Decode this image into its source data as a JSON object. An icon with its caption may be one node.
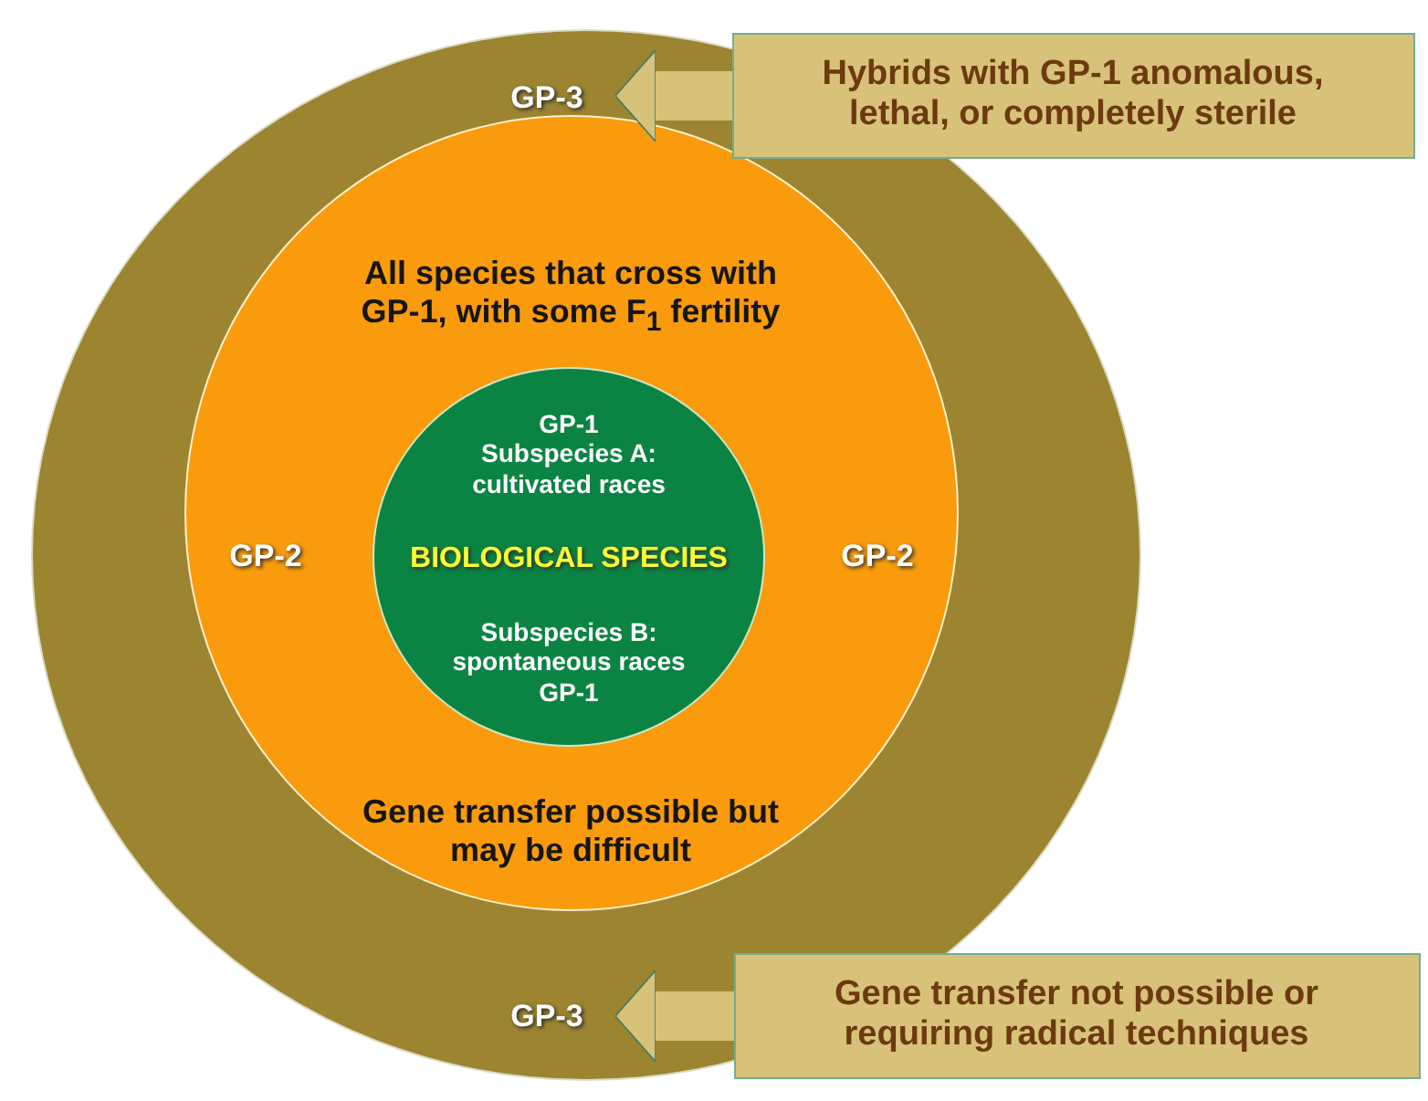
{
  "diagram": {
    "nodes": [
      {
        "text": [
          "GP-3",
          "GP-3"
        ]
      },
      {
        "text": [
          "All species that cross with GP-1, with some F$_{1}$ fertility",
          "GP-2",
          "GP-2",
          "Gene transfer possible but may be difficult"
        ],
        "in": 0
      },
      {
        "text": [
          "GP-1 Subspecies A: cultivated races",
          "BIOLOGICAL SPECIES",
          "Subspecies B: spontaneous races GP-1"
        ],
        "in": 1
      },
      {
        "text": [
          "Hybrids with GP-1 anomalous, lethal, or completely sterile"
        ]
      },
      {
        "text": [
          "Gene transfer not possible or requiring radical techniques"
        ]
      }
    ],
    "edges": [
      {
        "from": 3,
        "to": 0,
        "arrow": "to"
      },
      {
        "from": 4,
        "to": 0,
        "arrow": "to"
      }
    ]
  }
}
